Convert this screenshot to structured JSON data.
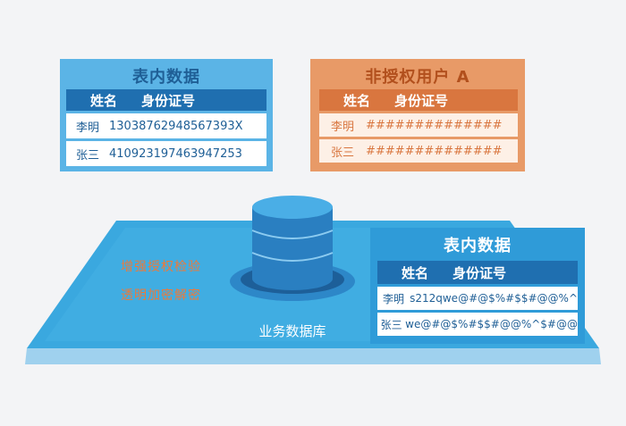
{
  "left_card": {
    "title": "表内数据",
    "col_name": "姓名",
    "col_id": "身份证号",
    "rows": [
      {
        "name": "李明",
        "id": "13038762948567393X"
      },
      {
        "name": "张三",
        "id": "410923197463947253"
      }
    ]
  },
  "right_card": {
    "title": "非授权用户 A",
    "col_name": "姓名",
    "col_id": "身份证号",
    "rows": [
      {
        "name": "李明",
        "id": "##############"
      },
      {
        "name": "张三",
        "id": "##############"
      }
    ]
  },
  "platform": {
    "features": [
      "增强授权检验",
      "透明加密解密"
    ],
    "db_label": "业务数据库"
  },
  "encrypted_card": {
    "title": "表内数据",
    "col_name": "姓名",
    "col_id": "身份证号",
    "rows": [
      {
        "name": "李明",
        "id": "s212qwe@#@$%#$$#@@%^"
      },
      {
        "name": "张三",
        "id": "we@#@$%#$$#@@%^$#@@"
      }
    ]
  },
  "colors": {
    "blue_card": "#5bb4e6",
    "blue_dark": "#1f6fb0",
    "orange_card": "#e89a67",
    "orange_dark": "#d9763f",
    "platform": "#37a7de",
    "feature_text": "#ea7a3c"
  }
}
